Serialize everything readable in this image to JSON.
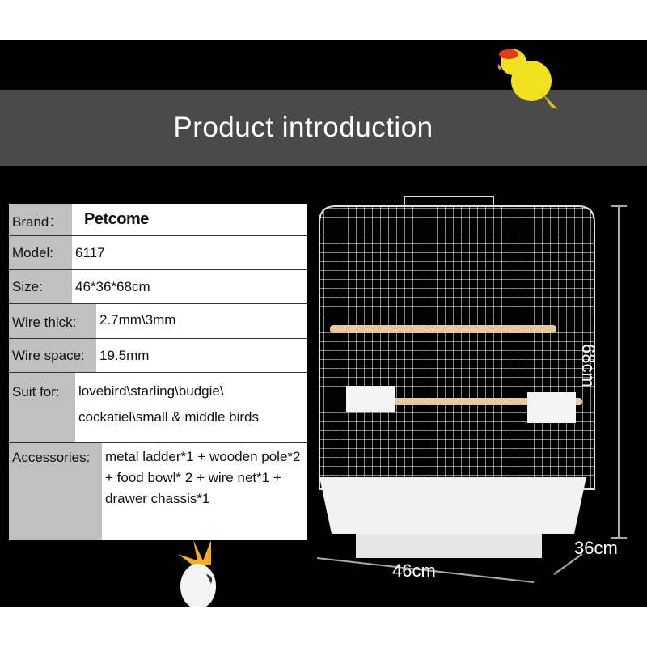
{
  "title": "Product introduction",
  "specs": [
    {
      "label": "Brand：",
      "value": "Petcome"
    },
    {
      "label": "Model:",
      "value": "6117"
    },
    {
      "label": "Size:",
      "value": "46*36*68cm"
    },
    {
      "label": "Wire thick:",
      "value": "2.7mm\\3mm"
    },
    {
      "label": "Wire space:",
      "value": "19.5mm"
    },
    {
      "label": "Suit for:",
      "value": "lovebird\\starling\\budgie\\ cockatiel\\small & middle birds"
    },
    {
      "label": "Accessories:",
      "value": "metal ladder*1 + wooden pole*2 + food bowl* 2 + wire net*1 + drawer chassis*1"
    }
  ],
  "dimensions": {
    "height": "68cm",
    "width": "46cm",
    "depth": "36cm"
  },
  "colors": {
    "background": "#000000",
    "banner": "#4a4a4a",
    "label_cell": "#c0c0c0"
  }
}
